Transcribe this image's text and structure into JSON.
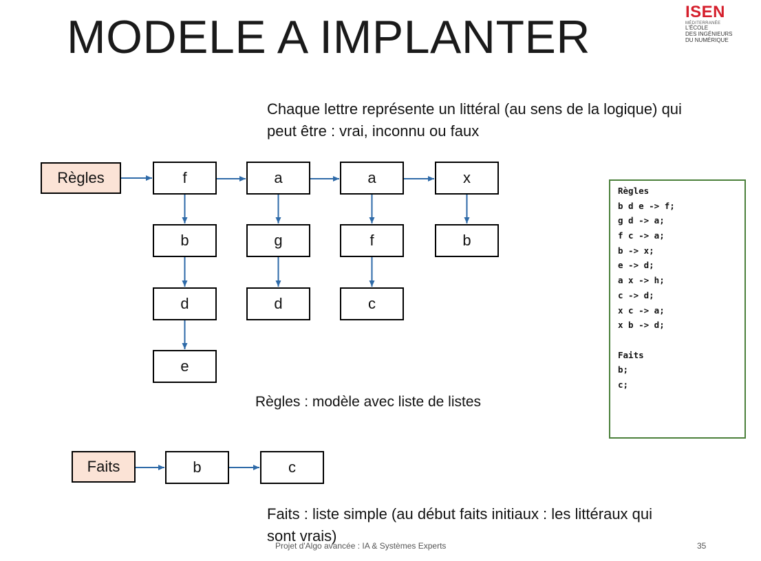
{
  "title": "MODELE A IMPLANTER",
  "logo": {
    "brand": "ISEN",
    "region": "MÉDITERRANÉE",
    "tagline": [
      "L'ÉCOLE",
      "DES INGÉNIEURS",
      "DU NUMÉRIQUE"
    ],
    "brand_color": "#d51f2c"
  },
  "intro_text": "Chaque lettre représente un littéral (au sens de la logique) qui peut être : vrai, inconnu ou faux",
  "rules_diagram": {
    "head_label": "Règles",
    "columns": [
      [
        "f",
        "b",
        "d",
        "e"
      ],
      [
        "a",
        "g",
        "d"
      ],
      [
        "a",
        "f",
        "c"
      ],
      [
        "x",
        "b"
      ]
    ],
    "caption": "Règles : modèle avec liste de listes"
  },
  "facts_diagram": {
    "head_label": "Faits",
    "items": [
      "b",
      "c"
    ],
    "caption": "Faits : liste simple (au début faits initiaux : les littéraux qui sont vrais)"
  },
  "code_box": {
    "lines": [
      "Règles",
      "b d e -> f;",
      "g d -> a;",
      "f c -> a;",
      "b -> x;",
      "e -> d;",
      "a x -> h;",
      "c -> d;",
      "x c -> a;",
      "x b -> d;",
      "",
      "Faits",
      "b;",
      "c;"
    ],
    "border_color": "#4a7f3a"
  },
  "colors": {
    "arrow": "#2e6aa8",
    "head_fill": "#fbe3d6"
  },
  "footer": "Projet d'Algo avancée : IA & Systèmes Experts",
  "page_number": "35"
}
